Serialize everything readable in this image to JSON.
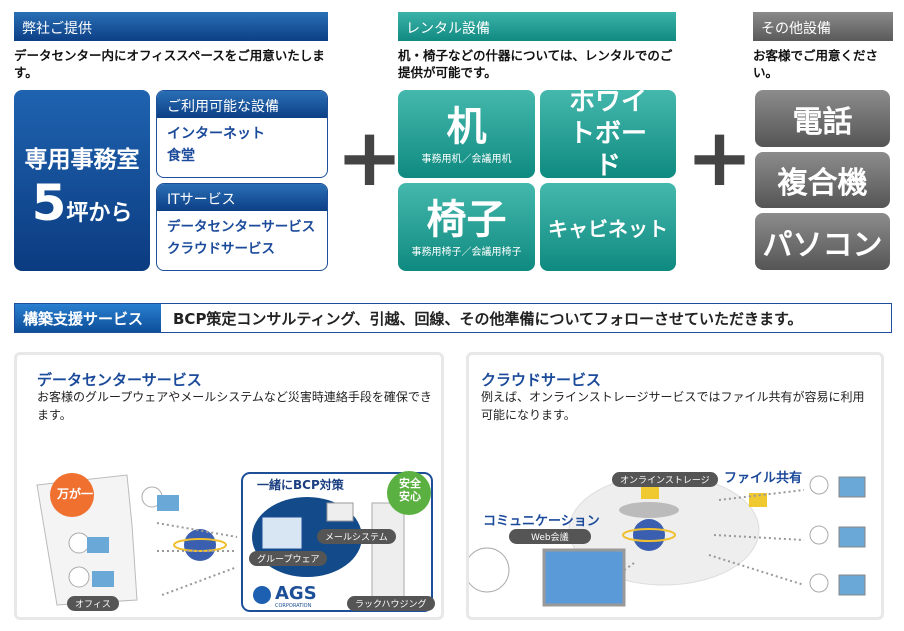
{
  "provided": {
    "header": "弊社ご提供",
    "desc": "データセンター内にオフィススペースをご用意いたします。",
    "main_line1": "専用事務室",
    "main_num": "5",
    "main_unit": "坪から",
    "facilities": {
      "title": "ご利用可能な設備",
      "items": [
        "インターネット",
        "食堂"
      ]
    },
    "it": {
      "title": "ITサービス",
      "items": [
        "データセンターサービス",
        "クラウドサービス"
      ]
    }
  },
  "plus": "+",
  "rental": {
    "header": "レンタル設備",
    "desc": "机・椅子などの什器については、レンタルでのご提供が可能です。",
    "tiles": [
      {
        "big": "机",
        "small": "事務用机／会議用机"
      },
      {
        "big": "ホワイトボード",
        "small": ""
      },
      {
        "big": "椅子",
        "small": "事務用椅子／会議用椅子"
      },
      {
        "big": "キャビネット",
        "small": ""
      }
    ]
  },
  "other": {
    "header": "その他設備",
    "desc": "お客様でご用意ください。",
    "items": [
      "電話",
      "複合機",
      "パソコン"
    ]
  },
  "band": {
    "label": "構築支援サービス",
    "text": "BCP策定コンサルティング、引越、回線、その他準備についてフォローさせていただきます。"
  },
  "dc": {
    "title": "データセンターサービス",
    "text": "お客様のグループウェアやメールシステムなど災害時連絡手段を確保できます。",
    "burst": "万が一",
    "office": "オフィス",
    "bcp": "一緒にBCP対策",
    "safe": "安全安心",
    "groupware": "グループウェア",
    "mail": "メールシステム",
    "rack": "ラックハウジング",
    "logo": "AGS",
    "logo_sub": "CORPORATION"
  },
  "cloud": {
    "title": "クラウドサービス",
    "text": "例えば、オンラインストレージサービスではファイル共有が容易に利用可能になります。",
    "storage": "オンラインストレージ",
    "share": "ファイル共有",
    "comm": "コミュニケーション",
    "web": "Web会議"
  }
}
